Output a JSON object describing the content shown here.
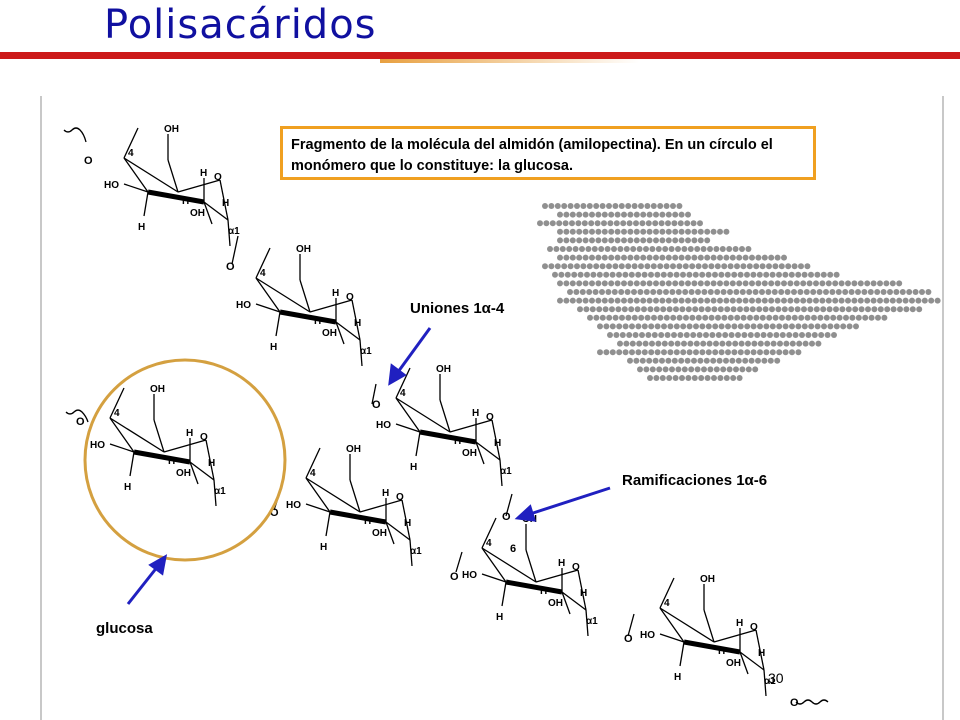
{
  "title": "Polisacáridos",
  "caption": "Fragmento de la molécula del almidón (amilopectina). En un círculo el monómero que lo constituye: la glucosa.",
  "labels": {
    "uniones": "Uniones 1α-4",
    "ramificaciones": "Ramificaciones 1α-6",
    "glucosa": "glucosa"
  },
  "page_number": "30",
  "atoms": {
    "oh": "OH",
    "ho": "HO",
    "h": "H",
    "o": "O",
    "c4": "4",
    "c6": "6",
    "alpha1": "α1"
  },
  "colors": {
    "title": "#1010a0",
    "rule": "#cc1a1a",
    "accent": "#f0a020",
    "circle": "#d4a040",
    "arrow": "#2020c0",
    "dots": "#909090"
  }
}
